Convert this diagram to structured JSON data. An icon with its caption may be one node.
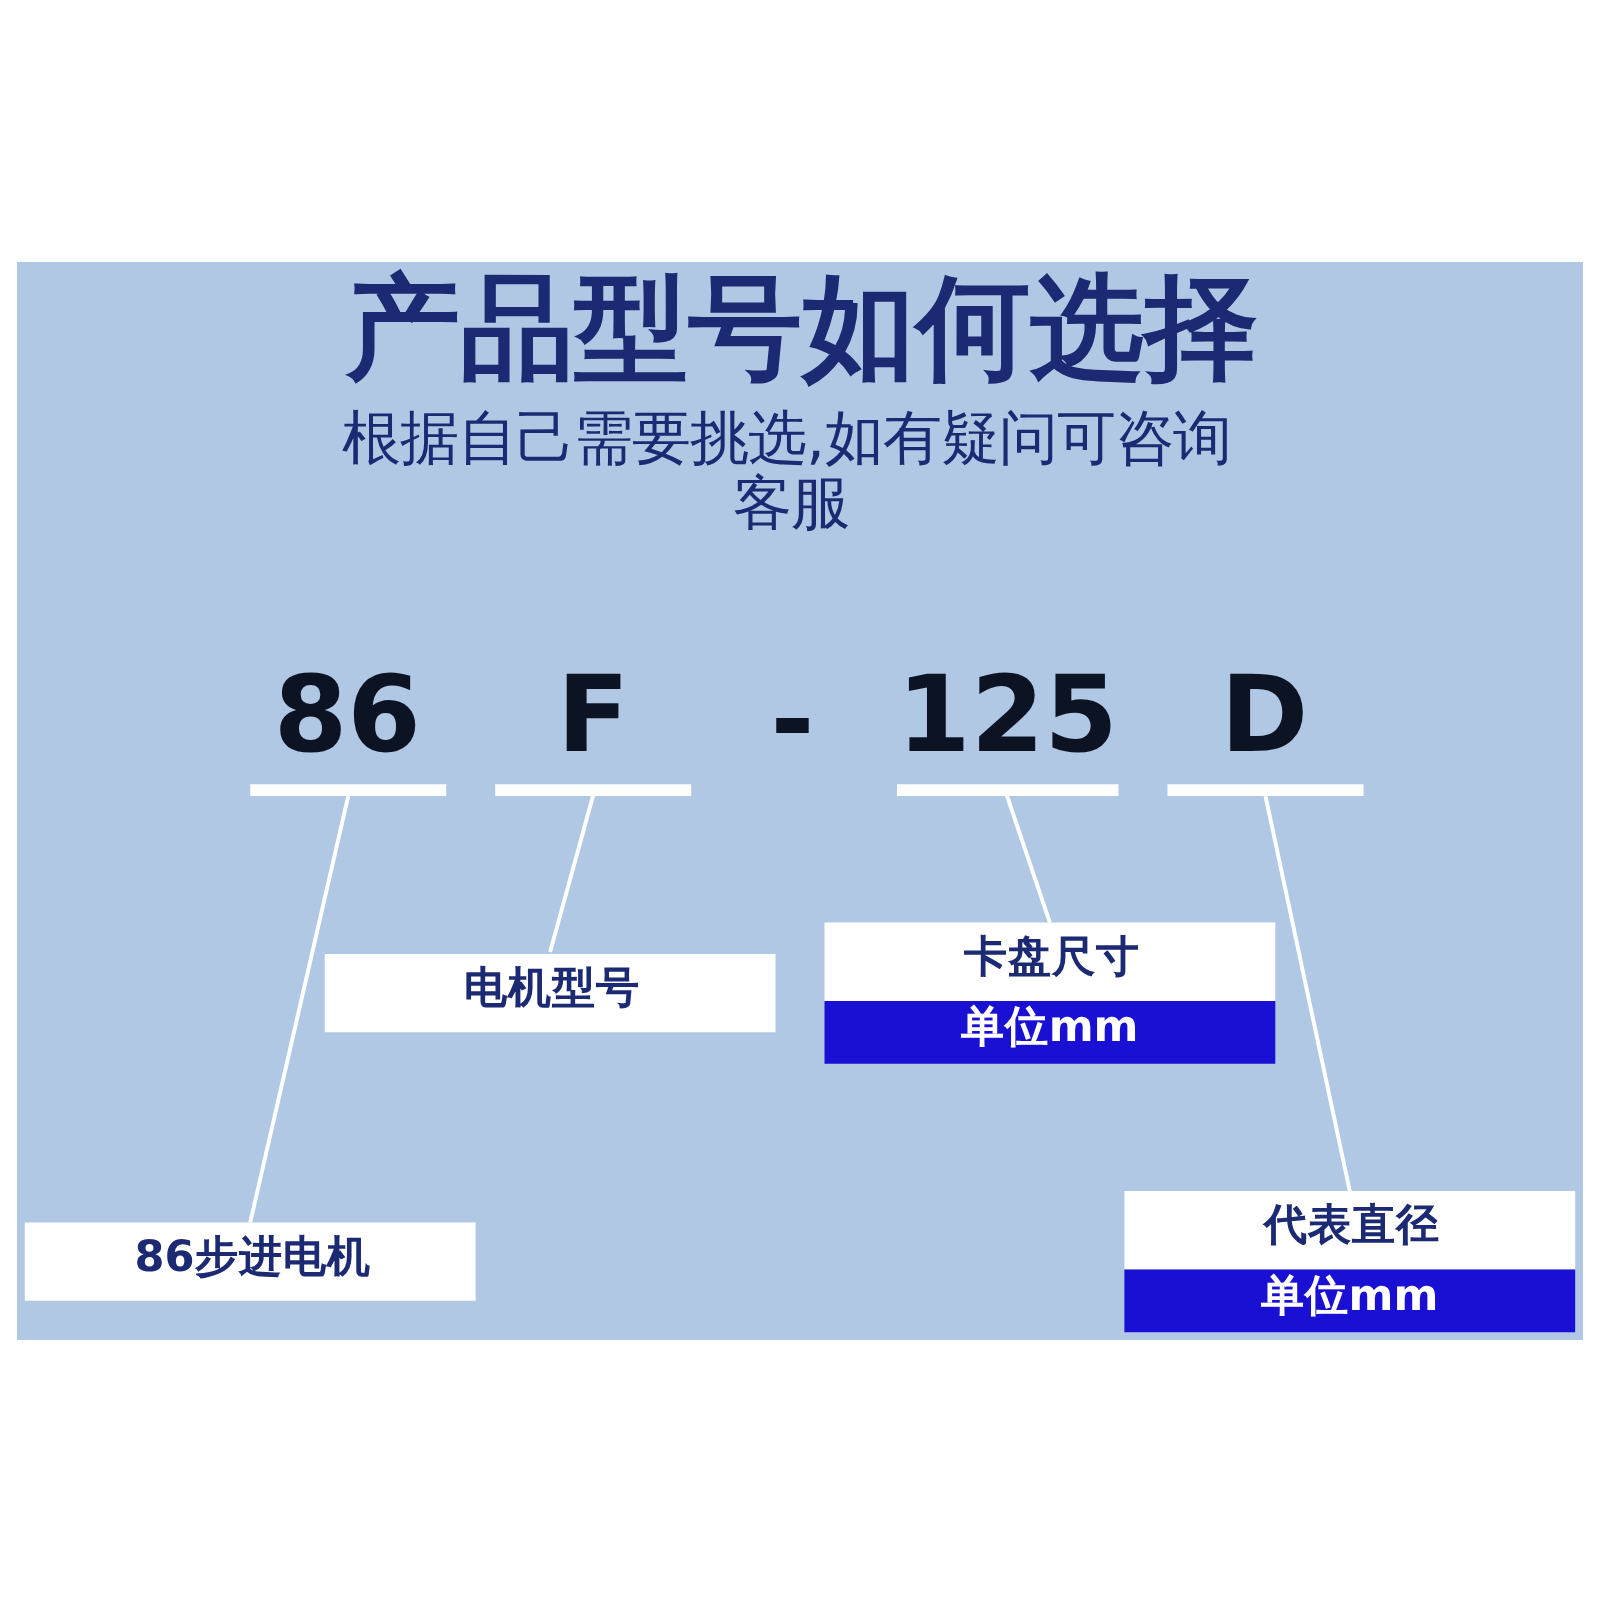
{
  "diagram": {
    "title": "产品型号如何选择",
    "nodes": [
      {
        "text": [
          "86"
        ]
      },
      {
        "text": [
          "F"
        ]
      },
      {
        "text": [
          "125"
        ]
      },
      {
        "text": [
          "D"
        ]
      },
      {
        "text": [
          "电机型号"
        ]
      },
      {
        "text": [
          "卡盘尺寸",
          "单位mm"
        ]
      },
      {
        "text": [
          "86步进电机"
        ]
      },
      {
        "text": [
          "代表直径",
          "单位mm"
        ]
      }
    ],
    "edges": [
      {
        "from": 0,
        "to": 6,
        "arrow": "none"
      },
      {
        "from": 1,
        "to": 4,
        "arrow": "none"
      },
      {
        "from": 2,
        "to": 5,
        "arrow": "none"
      },
      {
        "from": 3,
        "to": 7,
        "arrow": "none"
      }
    ],
    "labels": [
      "根据自己需要挑选,如有疑问可咨询客服",
      "-"
    ]
  }
}
